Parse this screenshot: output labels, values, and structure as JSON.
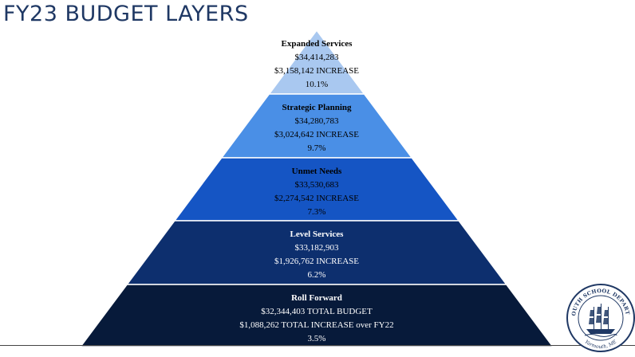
{
  "title": "FY23 BUDGET LAYERS",
  "layers": [
    {
      "name": "Expanded Services",
      "amount": "$34,414,283",
      "increase": "$3,158,142 INCREASE",
      "percent": "10.1%",
      "color": "#a9c8f0",
      "dark_text": false
    },
    {
      "name": "Strategic Planning",
      "amount": "$34,280,783",
      "increase": "$3,024,642 INCREASE",
      "percent": "9.7%",
      "color": "#4a8fe6",
      "dark_text": false
    },
    {
      "name": "Unmet Needs",
      "amount": "$33,530,683",
      "increase": "$2,274,542 INCREASE",
      "percent": "7.3%",
      "color": "#1555c4",
      "dark_text": false
    },
    {
      "name": "Level Services",
      "amount": "$33,182,903",
      "increase": "$1,926,762 INCREASE",
      "percent": "6.2%",
      "color": "#0d2f6e",
      "dark_text": true
    },
    {
      "name": "Roll Forward",
      "amount": "$32,344,403 TOTAL BUDGET",
      "increase": "$1,088,262 TOTAL INCREASE over FY22",
      "percent": "3.5%",
      "color": "#071a3a",
      "dark_text": true
    }
  ],
  "seal": {
    "top_text": "YARMOUTH SCHOOL DEPARTMENT",
    "bottom_text": "Yarmouth, ME",
    "icon": "sailing-ship-icon"
  }
}
